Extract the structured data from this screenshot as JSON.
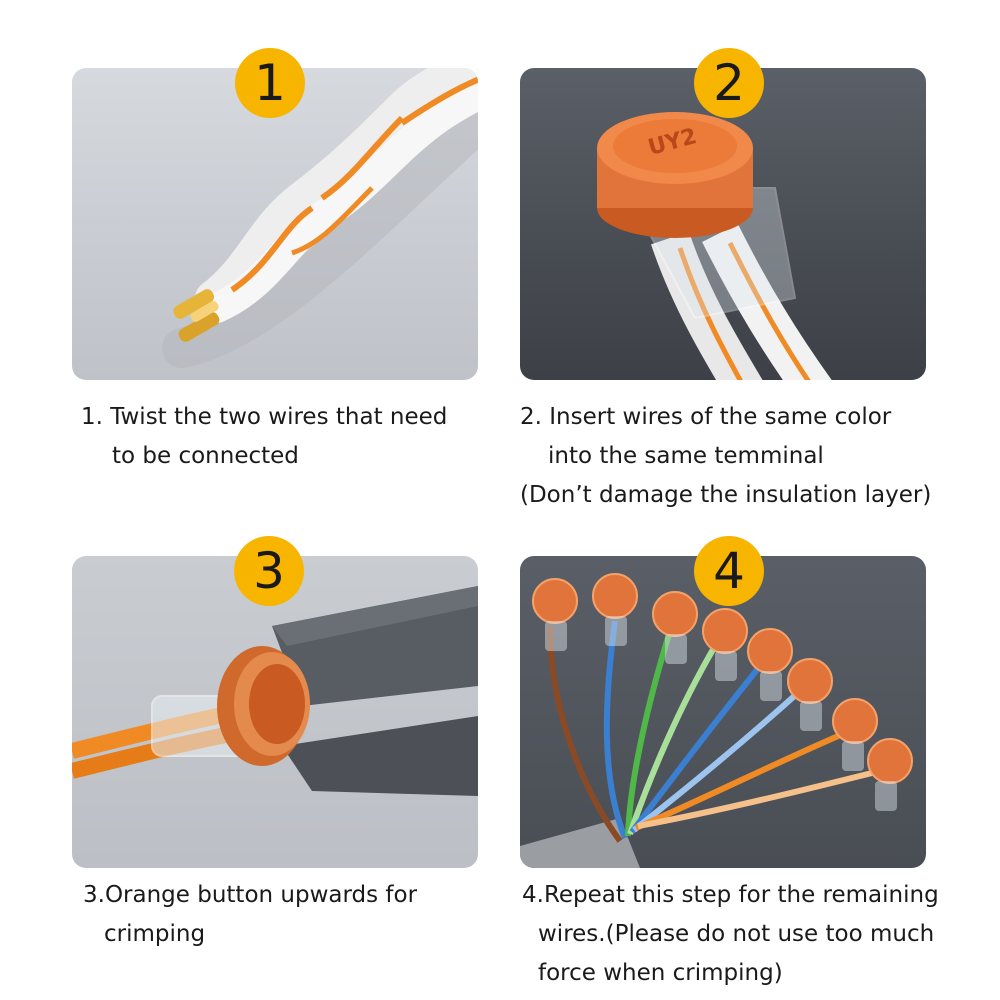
{
  "steps": [
    {
      "number": "1",
      "caption": [
        "1. Twist the two wires that need",
        "to be connected"
      ]
    },
    {
      "number": "2",
      "caption": [
        "2. Insert wires of the same color",
        "into the same temminal",
        "(Don’t damage the insulation layer)"
      ]
    },
    {
      "number": "3",
      "caption": [
        "3.Orange button upwards for",
        "crimping"
      ]
    },
    {
      "number": "4",
      "caption": [
        "4.Repeat this step for the remaining",
        "wires.(Please do not use too much",
        "force when crimping)"
      ]
    }
  ],
  "connector_label": "UY2",
  "colors": {
    "badge": "#f7b500",
    "wire_orange": "#f08a24",
    "wire_white": "#f2f2f2",
    "connector": "#e0743a",
    "wire_blue": "#3b7fd1",
    "wire_green": "#4fb848",
    "wire_brown": "#8a4a26"
  }
}
